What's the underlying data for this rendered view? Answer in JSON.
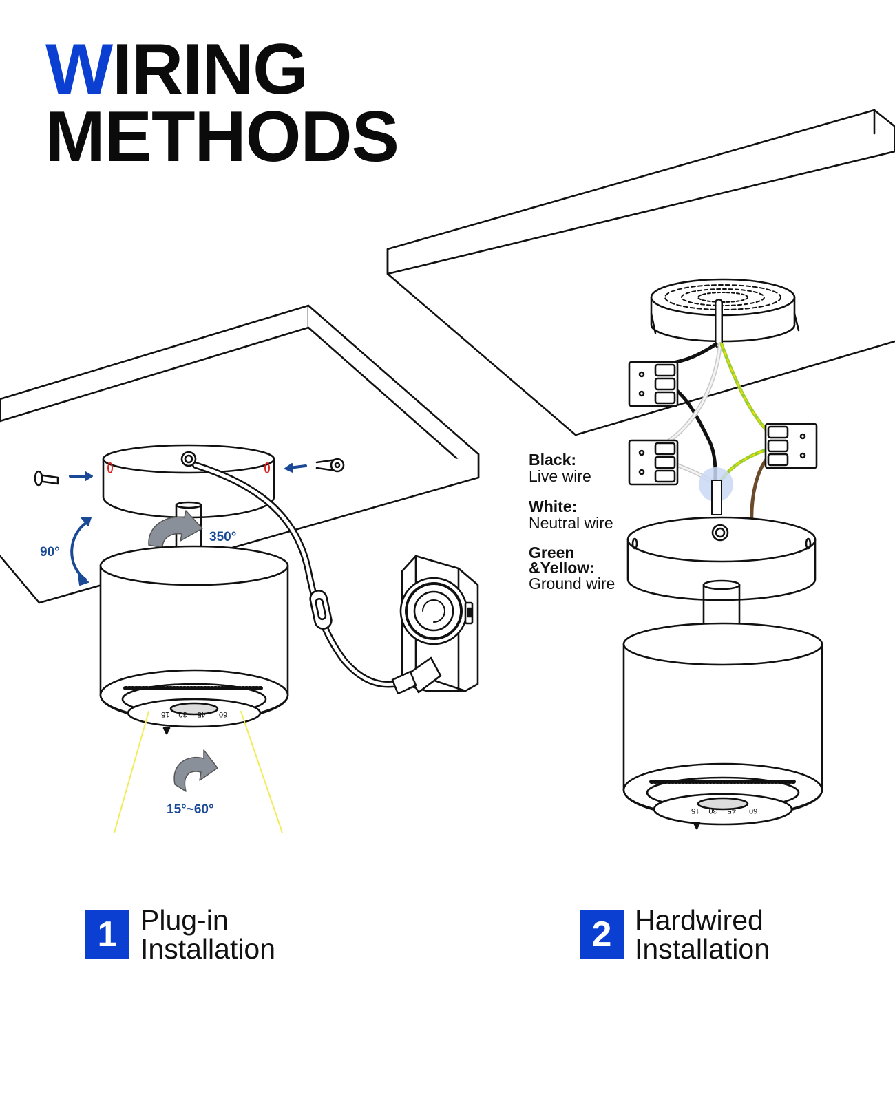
{
  "title": {
    "accent_letter": "W",
    "line1_rest": "IRING",
    "line2": "METHODS"
  },
  "colors": {
    "accent": "#0a3fd1",
    "angle_text": "#1a4a96",
    "live_wire": "#111111",
    "neutral_wire": "#e6e6e6",
    "ground_wire_green": "#9acd32",
    "ground_wire_yellow": "#e8e000",
    "brown_wire": "#6b4a2c",
    "beam_line": "#f2ec5a",
    "highlight_circle": "#c9d8f5",
    "rotation_arrow": "#8a9099"
  },
  "angles": {
    "tilt": "90°",
    "rotate": "350°",
    "beam": "15°~60°"
  },
  "dial_ticks": [
    "15",
    "30",
    "45",
    "60"
  ],
  "legend": [
    {
      "key": "Black:",
      "desc": "Live wire"
    },
    {
      "key": "White:",
      "desc": "Neutral wire"
    },
    {
      "key": "Green\n&Yellow:",
      "desc": "Ground wire"
    }
  ],
  "methods": [
    {
      "number": "1",
      "line1": "Plug-in",
      "line2": "Installation"
    },
    {
      "number": "2",
      "line1": "Hardwired",
      "line2": "Installation"
    }
  ]
}
